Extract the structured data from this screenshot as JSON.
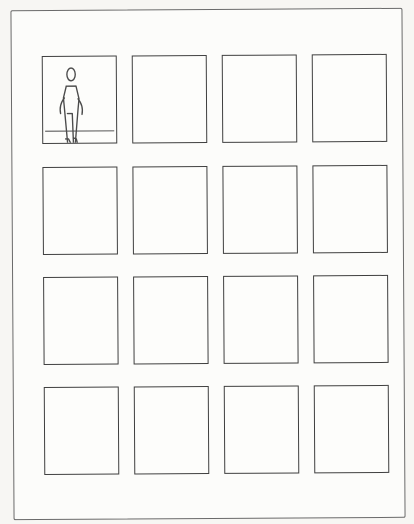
{
  "storyboard": {
    "rows": 4,
    "columns": 4,
    "panels_filled": 1,
    "first_panel_contents": "person-figure-icon",
    "border_color": "#3f3f3f",
    "paper_color": "#fcfcfa"
  }
}
